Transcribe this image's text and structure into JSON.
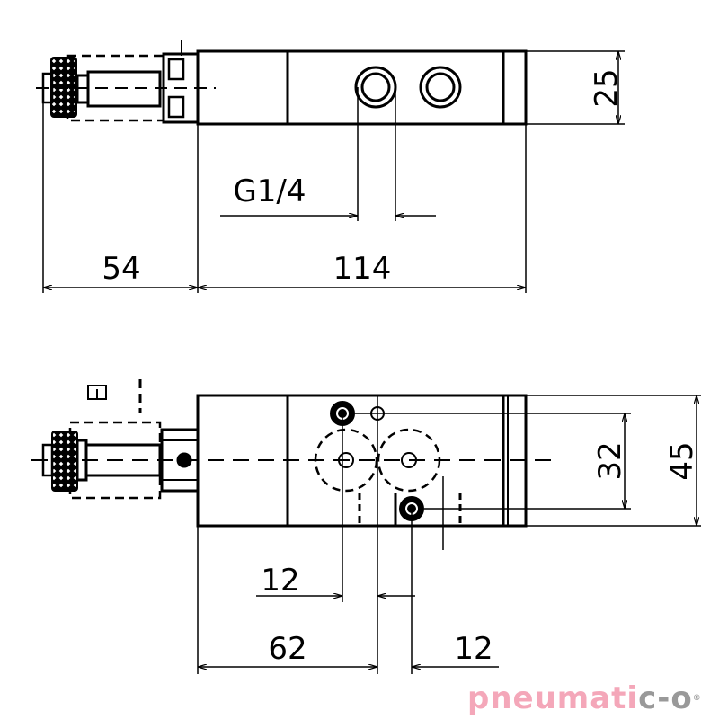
{
  "top_view": {
    "dimensions": {
      "height": "25",
      "coil_length": "54",
      "body_length": "114",
      "port_thread": "G1/4"
    }
  },
  "bottom_view": {
    "dimensions": {
      "port_spacing": "32",
      "body_width": "45",
      "port_offset": "12",
      "center_distance": "62",
      "second_offset": "12"
    }
  },
  "logo": {
    "text_main": "pneumati",
    "text_co": "c-o",
    "registered": "®",
    "colors": {
      "main": "#f4a7b9",
      "co": "#999999"
    }
  }
}
